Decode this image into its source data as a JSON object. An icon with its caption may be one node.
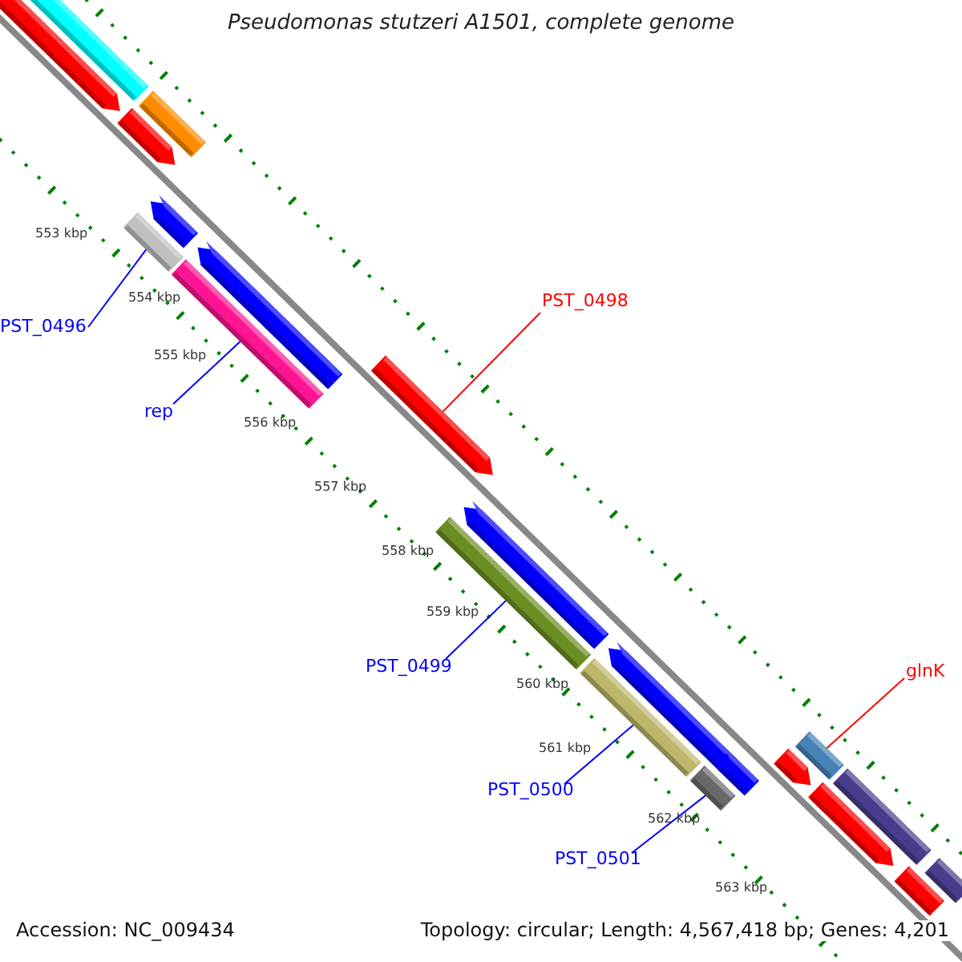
{
  "diagram": {
    "title": "Pseudomonas stutzeri A1501, complete genome",
    "nodes": [
      {
        "text": [
          "PST_0498"
        ]
      },
      {
        "text": [
          "PST_0496"
        ]
      },
      {
        "text": [
          "rep"
        ]
      },
      {
        "text": [
          "PST_0499"
        ]
      },
      {
        "text": [
          "glnK"
        ]
      },
      {
        "text": [
          "PST_0500"
        ]
      },
      {
        "text": [
          "PST_0501"
        ]
      },
      {
        "text": [],
        "shape": "bar"
      },
      {
        "text": [],
        "shape": "bar"
      },
      {
        "text": [],
        "shape": "bar"
      },
      {
        "text": [],
        "shape": "bar"
      },
      {
        "text": [],
        "shape": "bar"
      },
      {
        "text": [],
        "shape": "bar"
      },
      {
        "text": [],
        "shape": "bar"
      },
      {
        "text": [],
        "shape": "bar"
      },
      {
        "text": [],
        "shape": "bar"
      },
      {
        "text": [],
        "shape": "bar"
      },
      {
        "text": [],
        "shape": "bar"
      },
      {
        "text": [],
        "shape": "bar"
      },
      {
        "text": [],
        "shape": "bar"
      },
      {
        "text": [],
        "shape": "bar"
      },
      {
        "text": [],
        "shape": "bar"
      },
      {
        "text": [],
        "shape": "bar"
      },
      {
        "text": [],
        "shape": "bar"
      },
      {
        "text": [],
        "shape": "bar"
      },
      {
        "text": [],
        "shape": "bar"
      },
      {
        "text": [],
        "shape": "bar"
      },
      {
        "text": [],
        "shape": "bar"
      }
    ],
    "edges": [
      {
        "from": 0,
        "to": 15,
        "arrow": "none",
        "color": "#ff0000"
      },
      {
        "from": 1,
        "to": 10,
        "arrow": "none"
      },
      {
        "from": 2,
        "to": 13,
        "arrow": "none"
      },
      {
        "from": 3,
        "to": 16,
        "arrow": "none"
      },
      {
        "from": 4,
        "to": 23,
        "arrow": "none",
        "color": "#ff0000"
      },
      {
        "from": 5,
        "to": 18,
        "arrow": "none"
      },
      {
        "from": 6,
        "to": 20,
        "arrow": "none"
      }
    ],
    "labels": [
      "553 kbp",
      "554 kbp",
      "555 kbp",
      "556 kbp",
      "557 kbp",
      "558 kbp",
      "559 kbp",
      "560 kbp",
      "561 kbp",
      "562 kbp",
      "563 kbp",
      "Accession: NC_009434",
      "Topology: circular; Length: 4,567,418 bp; Genes: 4,201"
    ]
  }
}
